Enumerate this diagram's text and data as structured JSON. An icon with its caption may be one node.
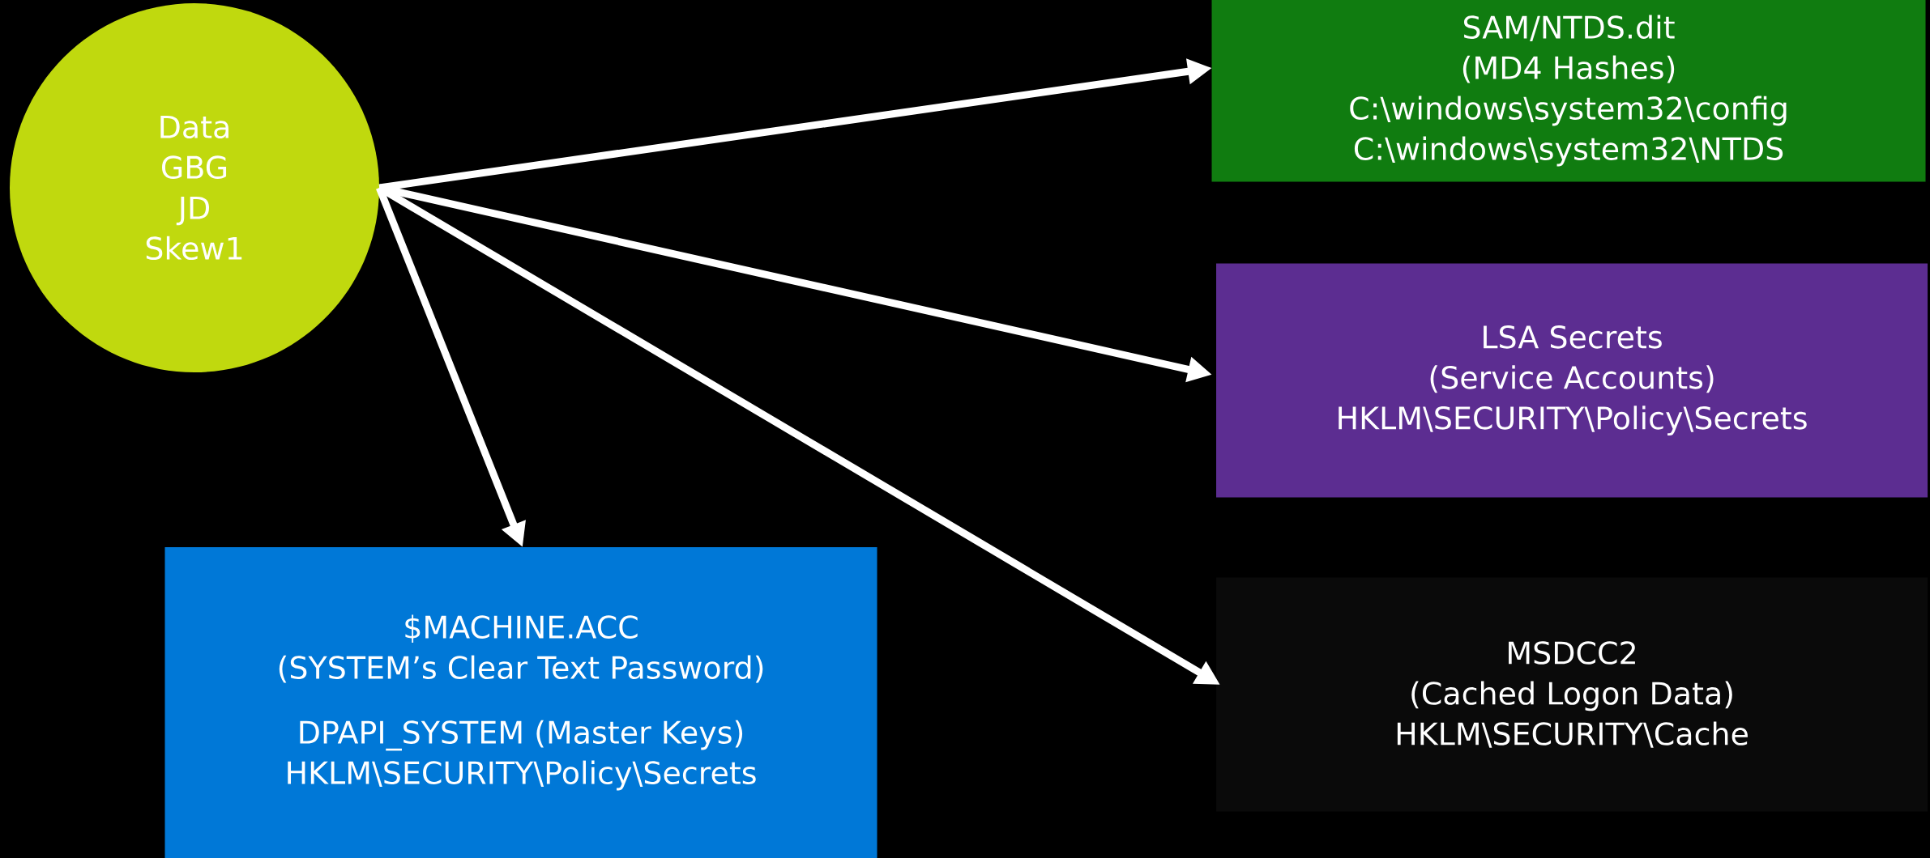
{
  "diagram": {
    "nodes": [
      {
        "text": [
          "Data",
          "GBG",
          "JD",
          "Skew1"
        ]
      },
      {
        "text": [
          "SAM/NTDS.dit",
          "(MD4 Hashes)",
          "C:\\windows\\system32\\config",
          "C:\\windows\\system32\\NTDS"
        ]
      },
      {
        "text": [
          "LSA Secrets",
          "(Service Accounts)",
          "HKLM\\SECURITY\\Policy\\Secrets"
        ]
      },
      {
        "text": [
          "MSDCC2",
          "(Cached Logon Data)",
          "HKLM\\SECURITY\\Cache"
        ]
      },
      {
        "text": [
          "$MACHINE.ACC",
          "(SYSTEM’s Clear Text Password)",
          "DPAPI_SYSTEM (Master Keys)",
          "HKLM\\SECURITY\\Policy\\Secrets"
        ]
      }
    ],
    "edges": [
      {
        "from": 0,
        "to": 1,
        "arrow": "to"
      },
      {
        "from": 0,
        "to": 2,
        "arrow": "to"
      },
      {
        "from": 0,
        "to": 3,
        "arrow": "to"
      },
      {
        "from": 0,
        "to": 4,
        "arrow": "to"
      }
    ]
  }
}
